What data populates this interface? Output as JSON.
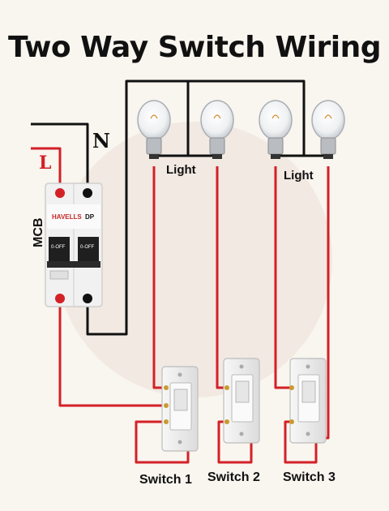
{
  "title": "Two Way Switch Wiring",
  "labels": {
    "neutral": "N",
    "live": "L",
    "mcb": "MCB",
    "light_left": "Light",
    "light_right": "Light",
    "switch_1": "Switch 1",
    "switch_2": "Switch 2",
    "switch_3": "Switch 3"
  },
  "breaker": {
    "brand": "HAVELLS",
    "type": "DP",
    "pole_left": "0-OFF",
    "pole_right": "0-OFF"
  },
  "colors": {
    "live_wire": "#d42027",
    "neutral_wire": "#111111",
    "background": "#f9f5ef",
    "breaker_body": "#f1f1f1",
    "switch_body": "#ececec"
  }
}
